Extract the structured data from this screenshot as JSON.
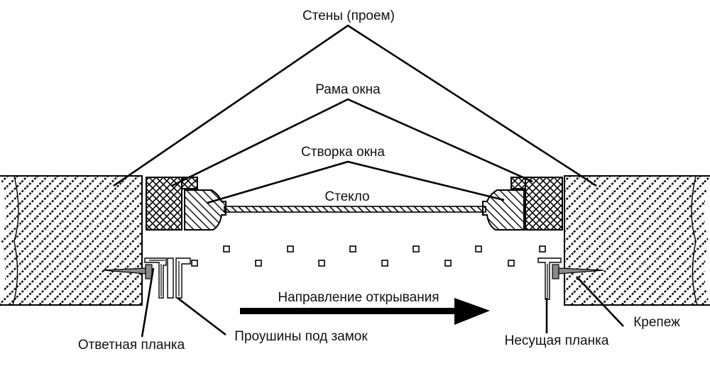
{
  "diagram": {
    "labels": {
      "walls": "Стены (проем)",
      "window_frame": "Рама окна",
      "window_sash": "Створка окна",
      "glass": "Стекло",
      "opening_direction": "Направление открывания",
      "strike_plate": "Ответная планка",
      "lock_lugs": "Проушины под замок",
      "bearing_plate": "Несущая планка",
      "fastener": "Крепеж"
    },
    "colors": {
      "line": "#000000",
      "background": "#ffffff",
      "fastener": "#8a8a8a"
    }
  }
}
